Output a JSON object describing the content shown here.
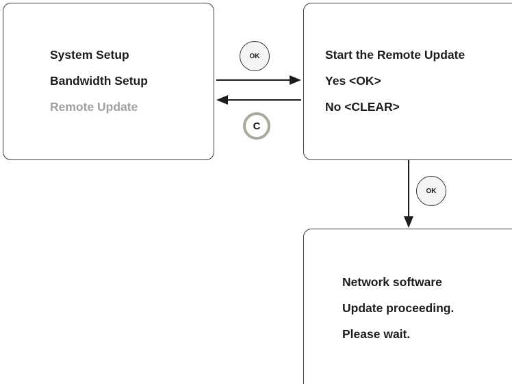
{
  "screens": {
    "menu": {
      "lines": [
        "System Setup",
        "Bandwidth Setup",
        "Remote Update"
      ]
    },
    "confirm": {
      "lines": [
        "Start the Remote Update",
        "Yes <OK>",
        "No <CLEAR>"
      ]
    },
    "progress": {
      "lines": [
        "Network software",
        "Update proceeding.",
        "Please wait."
      ]
    }
  },
  "keys": {
    "ok_label": "OK",
    "clear_label": "C"
  },
  "colors": {
    "text": "#1c1c1c",
    "dimmed_text": "#a0a0a0",
    "border": "#3a3a3a",
    "clear_key_ring": "#a8a89c"
  }
}
